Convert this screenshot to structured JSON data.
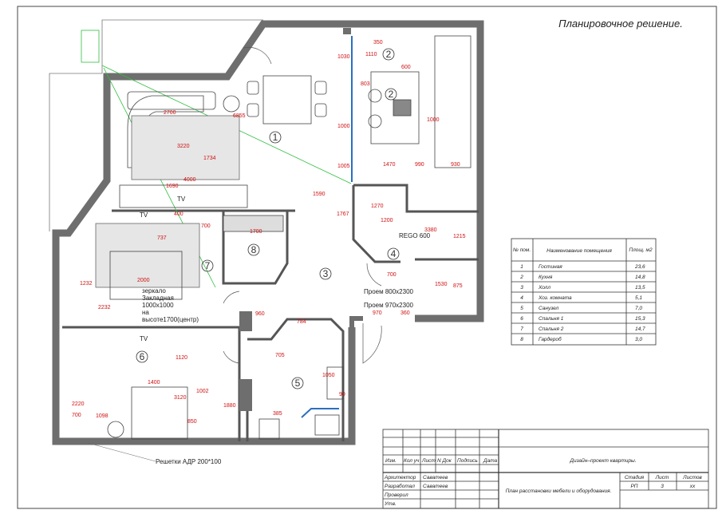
{
  "title": "Планировочное решение.",
  "colors": {
    "wall": "#6e6e6e",
    "dimension": "#d01010",
    "glass": "#2a6fc0",
    "ventilation": "#2fbf3f"
  },
  "rooms_markers": [
    "1",
    "2",
    "2",
    "3",
    "4",
    "5",
    "6",
    "7",
    "8"
  ],
  "plan_labels": {
    "tv1": "TV",
    "tv2": "TV",
    "tv3": "TV",
    "mirror": [
      "зеркало",
      "Закладная",
      "1000х1000",
      "на",
      "высоте1700(центр)"
    ],
    "grilles": "Решетки АДР 200*100",
    "rego": "REGO 600",
    "opening1": "Проем 800х2300",
    "opening2": "Проем 970х2300"
  },
  "dimensions": [
    "2700",
    "6855",
    "3220",
    "1734",
    "4000",
    "1690",
    "1030",
    "1000",
    "1005",
    "803",
    "1110",
    "350",
    "600",
    "1470",
    "990",
    "1000",
    "930",
    "1590",
    "1767",
    "1270",
    "1200",
    "3380",
    "1215",
    "700",
    "1530",
    "875",
    "1700",
    "737",
    "2000",
    "1232",
    "2232",
    "1120",
    "1400",
    "3120",
    "1002",
    "1098",
    "700",
    "2220",
    "850",
    "1880",
    "784",
    "705",
    "1050",
    "385",
    "90",
    "970",
    "360",
    "400",
    "700",
    "960"
  ],
  "table": {
    "headers": [
      "№ пом.",
      "Наименование помещения",
      "Площ. м2"
    ],
    "rows": [
      [
        "1",
        "Гостиная",
        "23,6"
      ],
      [
        "2",
        "Кухня",
        "14,8"
      ],
      [
        "3",
        "Холл",
        "13,5"
      ],
      [
        "4",
        "Хоз. комната",
        "5,1"
      ],
      [
        "5",
        "Санузел",
        "7,0"
      ],
      [
        "6",
        "Спальня 1",
        "15,3"
      ],
      [
        "7",
        "Спальня 2",
        "14,7"
      ],
      [
        "8",
        "Гардероб",
        "3,0"
      ]
    ]
  },
  "title_block": {
    "columns": [
      "Изм.",
      "Кол уч",
      "Лист",
      "N Док",
      "Подпись",
      "Дата"
    ],
    "roles": [
      {
        "role": "Архитектор",
        "name": "Саватеев"
      },
      {
        "role": "Разработал",
        "name": "Саватеев"
      },
      {
        "role": "Проверил",
        "name": ""
      },
      {
        "role": "Утв.",
        "name": ""
      }
    ],
    "project": "Дизайн–проект квартиры.",
    "sheet_title": "План расстановки мебели и оборудования.",
    "stage_label": "Стадия",
    "sheet_label": "Лист",
    "sheets_label": "Листов",
    "stage": "РП",
    "sheet": "3",
    "sheets": "хх"
  }
}
